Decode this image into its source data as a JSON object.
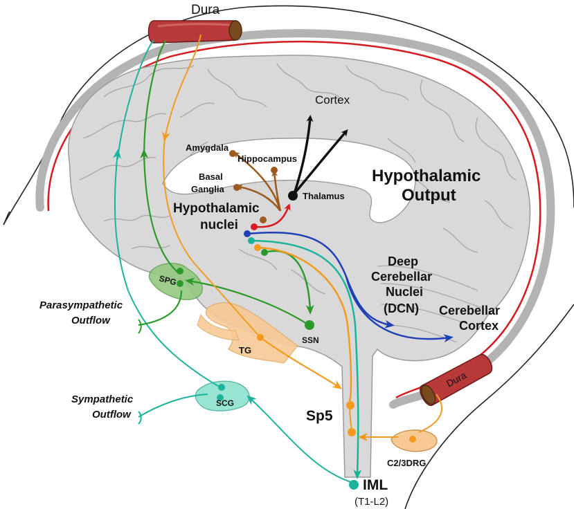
{
  "labels": {
    "dura_top": "Dura",
    "dura_bottom": "Dura",
    "cortex": "Cortex",
    "amygdala": "Amygdala",
    "hippocampus": "Hippocampus",
    "basal_ganglia_1": "Basal",
    "basal_ganglia_2": "Ganglia",
    "thalamus": "Thalamus",
    "hypothalamic_output_1": "Hypothalamic",
    "hypothalamic_output_2": "Output",
    "hypothalamic_nuclei_1": "Hypothalamic",
    "hypothalamic_nuclei_2": "nuclei",
    "dcn_1": "Deep",
    "dcn_2": "Cerebellar",
    "dcn_3": "Nuclei",
    "dcn_4": "(DCN)",
    "cerebellar_cortex_1": "Cerebellar",
    "cerebellar_cortex_2": "Cortex",
    "spg": "SPG",
    "ssn": "SSN",
    "tg": "TG",
    "parasympathetic_1": "Parasympathetic",
    "parasympathetic_2": "Outflow",
    "sympathetic_1": "Sympathetic",
    "sympathetic_2": "Outflow",
    "scg": "SCG",
    "sp5": "Sp5",
    "c23drg": "C2/3DRG",
    "iml": "IML",
    "iml_range": "(T1-L2)"
  },
  "colors": {
    "red": "#d71920",
    "brown": "#9c5a1f",
    "black": "#111111",
    "blue": "#1f3fb4",
    "teal": "#1bb39a",
    "green": "#2c9a2a",
    "orange": "#f39a1f",
    "brain": "#d9d9d9",
    "skull": "#b3b3b3",
    "dura": "#b9393b"
  }
}
